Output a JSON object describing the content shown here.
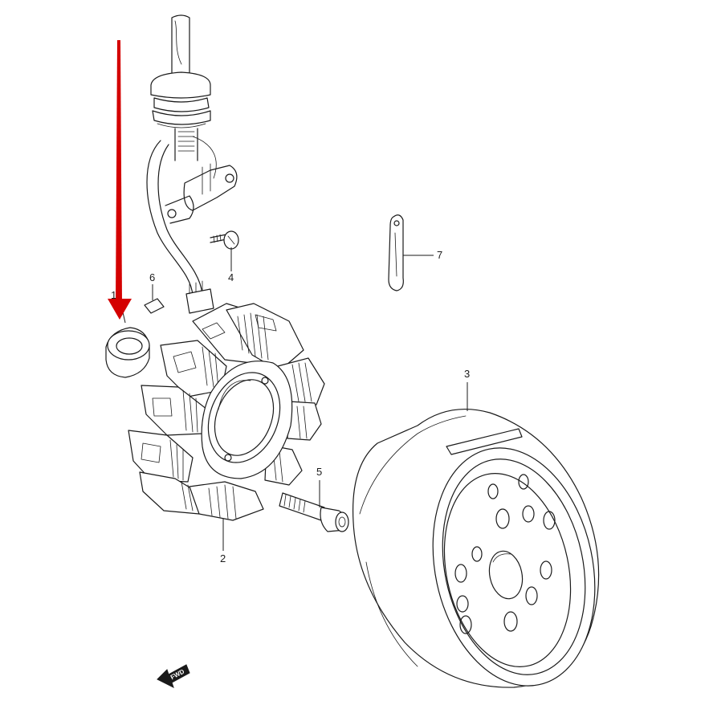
{
  "callouts": [
    {
      "number": "1",
      "part": "bushing"
    },
    {
      "number": "2",
      "part": "stator"
    },
    {
      "number": "3",
      "part": "flywheel rotor"
    },
    {
      "number": "4",
      "part": "screw"
    },
    {
      "number": "5",
      "part": "bolt"
    },
    {
      "number": "6",
      "part": "key"
    },
    {
      "number": "7",
      "part": "clamp"
    }
  ],
  "direction_badge": "FWD",
  "highlight_color": "#d40000"
}
